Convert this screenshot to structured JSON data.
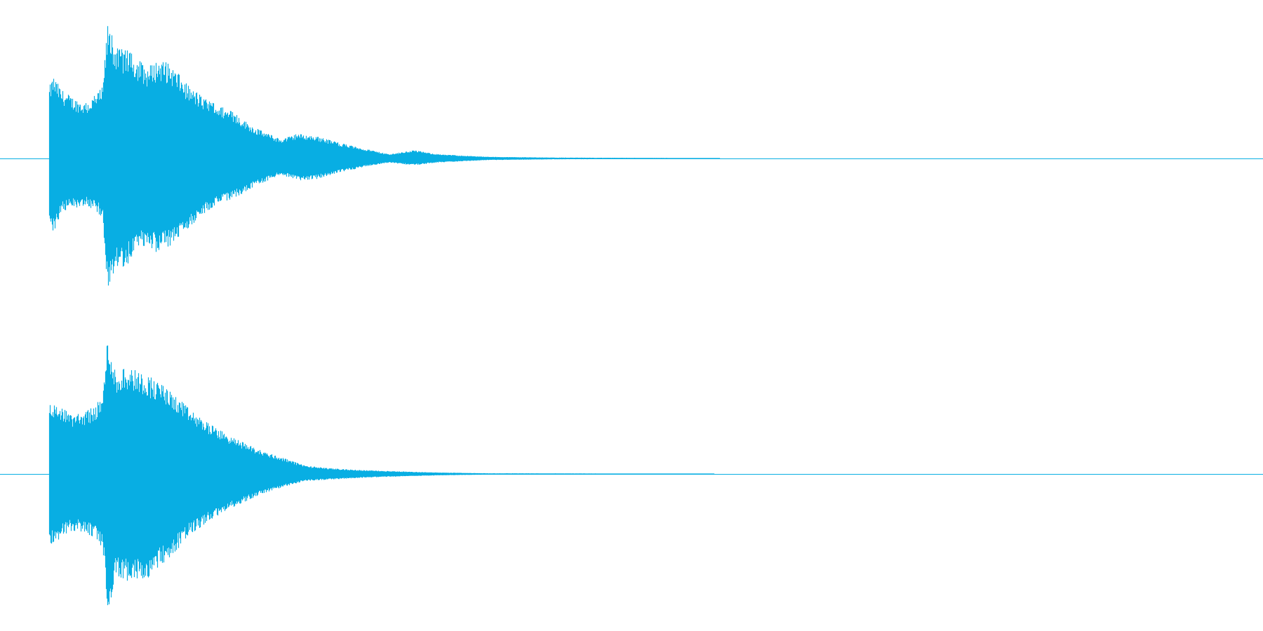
{
  "waveform": {
    "color": "#08aee3",
    "background": "#ffffff",
    "channels": [
      {
        "name": "",
        "envelope": [
          {
            "t": 0.0,
            "pos": 0.52,
            "neg": 0.45
          },
          {
            "t": 0.003,
            "pos": 0.6,
            "neg": 0.55
          },
          {
            "t": 0.01,
            "pos": 0.5,
            "neg": 0.4
          },
          {
            "t": 0.02,
            "pos": 0.44,
            "neg": 0.36
          },
          {
            "t": 0.03,
            "pos": 0.4,
            "neg": 0.34
          },
          {
            "t": 0.038,
            "pos": 0.46,
            "neg": 0.38
          },
          {
            "t": 0.044,
            "pos": 0.52,
            "neg": 0.44
          },
          {
            "t": 0.048,
            "pos": 0.98,
            "neg": 0.98
          },
          {
            "t": 0.055,
            "pos": 0.8,
            "neg": 0.82
          },
          {
            "t": 0.065,
            "pos": 0.78,
            "neg": 0.76
          },
          {
            "t": 0.08,
            "pos": 0.66,
            "neg": 0.62
          },
          {
            "t": 0.09,
            "pos": 0.72,
            "neg": 0.7
          },
          {
            "t": 0.1,
            "pos": 0.68,
            "neg": 0.64
          },
          {
            "t": 0.115,
            "pos": 0.52,
            "neg": 0.5
          },
          {
            "t": 0.13,
            "pos": 0.42,
            "neg": 0.38
          },
          {
            "t": 0.15,
            "pos": 0.34,
            "neg": 0.3
          },
          {
            "t": 0.17,
            "pos": 0.22,
            "neg": 0.2
          },
          {
            "t": 0.19,
            "pos": 0.14,
            "neg": 0.12
          },
          {
            "t": 0.205,
            "pos": 0.18,
            "neg": 0.16
          },
          {
            "t": 0.22,
            "pos": 0.16,
            "neg": 0.15
          },
          {
            "t": 0.24,
            "pos": 0.11,
            "neg": 0.1
          },
          {
            "t": 0.26,
            "pos": 0.07,
            "neg": 0.06
          },
          {
            "t": 0.28,
            "pos": 0.03,
            "neg": 0.03
          },
          {
            "t": 0.3,
            "pos": 0.06,
            "neg": 0.05
          },
          {
            "t": 0.32,
            "pos": 0.03,
            "neg": 0.03
          },
          {
            "t": 0.36,
            "pos": 0.012,
            "neg": 0.012
          },
          {
            "t": 0.42,
            "pos": 0.006,
            "neg": 0.006
          },
          {
            "t": 0.5,
            "pos": 0.004,
            "neg": 0.004
          },
          {
            "t": 0.56,
            "pos": 0.0,
            "neg": 0.0
          },
          {
            "t": 1.0,
            "pos": 0.0,
            "neg": 0.0
          }
        ]
      },
      {
        "name": "",
        "envelope": [
          {
            "t": 0.0,
            "pos": 0.48,
            "neg": 0.48
          },
          {
            "t": 0.003,
            "pos": 0.5,
            "neg": 0.5
          },
          {
            "t": 0.01,
            "pos": 0.46,
            "neg": 0.44
          },
          {
            "t": 0.02,
            "pos": 0.42,
            "neg": 0.4
          },
          {
            "t": 0.03,
            "pos": 0.44,
            "neg": 0.42
          },
          {
            "t": 0.038,
            "pos": 0.48,
            "neg": 0.46
          },
          {
            "t": 0.044,
            "pos": 0.56,
            "neg": 0.52
          },
          {
            "t": 0.048,
            "pos": 0.98,
            "neg": 0.98
          },
          {
            "t": 0.055,
            "pos": 0.7,
            "neg": 0.72
          },
          {
            "t": 0.065,
            "pos": 0.76,
            "neg": 0.76
          },
          {
            "t": 0.08,
            "pos": 0.7,
            "neg": 0.74
          },
          {
            "t": 0.09,
            "pos": 0.64,
            "neg": 0.66
          },
          {
            "t": 0.1,
            "pos": 0.58,
            "neg": 0.58
          },
          {
            "t": 0.115,
            "pos": 0.46,
            "neg": 0.44
          },
          {
            "t": 0.13,
            "pos": 0.36,
            "neg": 0.34
          },
          {
            "t": 0.15,
            "pos": 0.26,
            "neg": 0.24
          },
          {
            "t": 0.17,
            "pos": 0.18,
            "neg": 0.16
          },
          {
            "t": 0.19,
            "pos": 0.12,
            "neg": 0.1
          },
          {
            "t": 0.21,
            "pos": 0.06,
            "neg": 0.05
          },
          {
            "t": 0.23,
            "pos": 0.04,
            "neg": 0.04
          },
          {
            "t": 0.25,
            "pos": 0.03,
            "neg": 0.03
          },
          {
            "t": 0.28,
            "pos": 0.02,
            "neg": 0.02
          },
          {
            "t": 0.32,
            "pos": 0.01,
            "neg": 0.01
          },
          {
            "t": 0.36,
            "pos": 0.005,
            "neg": 0.005
          },
          {
            "t": 0.43,
            "pos": 0.004,
            "neg": 0.004
          },
          {
            "t": 0.48,
            "pos": 0.002,
            "neg": 0.002
          },
          {
            "t": 0.57,
            "pos": 0.0,
            "neg": 0.0
          },
          {
            "t": 1.0,
            "pos": 0.0,
            "neg": 0.0
          }
        ]
      }
    ]
  }
}
